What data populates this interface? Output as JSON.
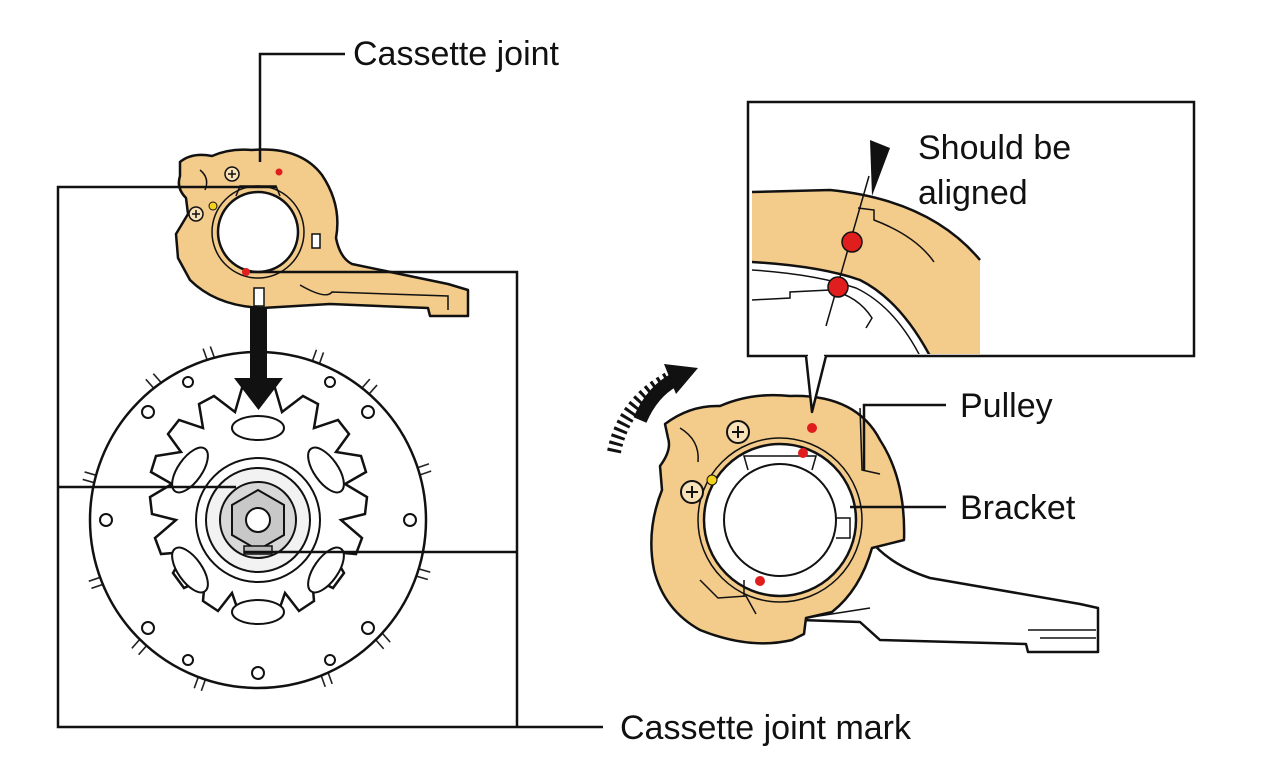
{
  "labels": {
    "cassette_joint": "Cassette joint",
    "should_be_aligned": "Should be aligned",
    "pulley": "Pulley",
    "bracket": "Bracket",
    "cassette_joint_mark": "Cassette joint mark"
  },
  "colors": {
    "part_fill": "#f3cb8a",
    "part_shadow": "#e3aa5a",
    "outline": "#111111",
    "alignment_dot": "#e01e1e",
    "indicator_dot": "#f2d21a",
    "metal": "#d9d9d9"
  },
  "icons": {
    "screw": "screw-icon",
    "direction": "rotation-arrow-icon",
    "insert": "down-arrow-icon"
  }
}
